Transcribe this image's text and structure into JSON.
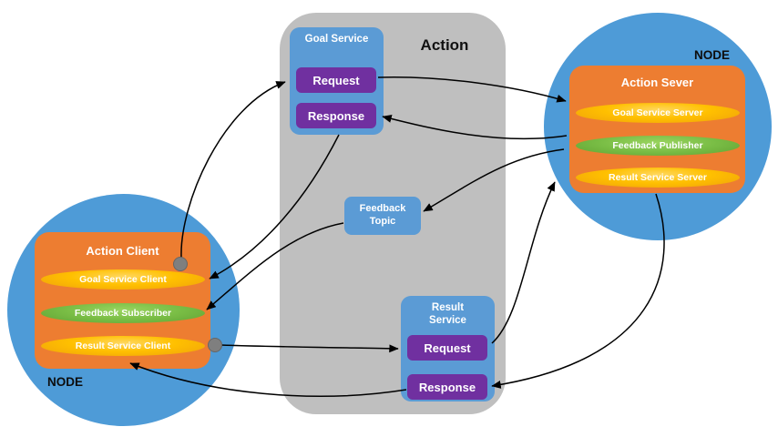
{
  "diagram": {
    "action_group": {
      "title": "Action",
      "goal_service": {
        "title": "Goal Service",
        "request": "Request",
        "response": "Response"
      },
      "feedback_topic": {
        "title": "Feedback Topic"
      },
      "result_service": {
        "title": "Result Service",
        "request": "Request",
        "response": "Response"
      }
    },
    "server_node": {
      "label": "NODE",
      "title": "Action Sever",
      "items": [
        {
          "label": "Goal Service Server"
        },
        {
          "label": "Feedback Publisher"
        },
        {
          "label": "Result Service Server"
        }
      ]
    },
    "client_node": {
      "label": "NODE",
      "title": "Action Client",
      "items": [
        {
          "label": "Goal Service Client"
        },
        {
          "label": "Feedback Subscriber"
        },
        {
          "label": "Result Service Client"
        }
      ]
    },
    "colors": {
      "node_blue": "#4E9BD7",
      "service_blue": "#5B9BD5",
      "purple": "#7030A0",
      "orange": "#ED7D31",
      "pill_yellow": "#FFC000",
      "pill_green": "#79BD45",
      "panel_gray": "#BFBFBF",
      "arrow": "#000000"
    }
  }
}
